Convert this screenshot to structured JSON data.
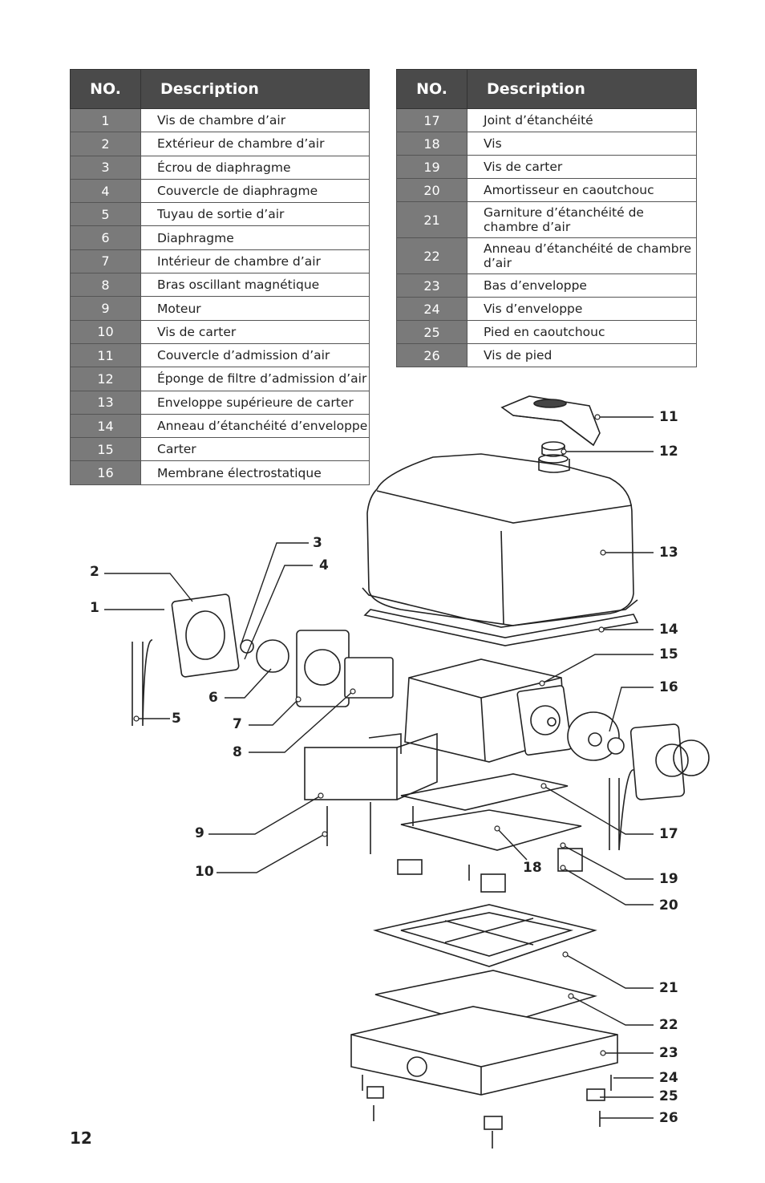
{
  "table_left": {
    "headers": {
      "no": "NO.",
      "desc": "Description"
    },
    "rows": [
      {
        "no": "1",
        "desc": "Vis de chambre d’air"
      },
      {
        "no": "2",
        "desc": "Extérieur de chambre d’air"
      },
      {
        "no": "3",
        "desc": "Écrou de diaphragme"
      },
      {
        "no": "4",
        "desc": "Couvercle de diaphragme"
      },
      {
        "no": "5",
        "desc": "Tuyau de sortie d’air"
      },
      {
        "no": "6",
        "desc": "Diaphragme"
      },
      {
        "no": "7",
        "desc": "Intérieur de chambre d’air"
      },
      {
        "no": "8",
        "desc": "Bras oscillant magnétique"
      },
      {
        "no": "9",
        "desc": "Moteur"
      },
      {
        "no": "10",
        "desc": "Vis de carter"
      },
      {
        "no": "11",
        "desc": "Couvercle d’admission d’air"
      },
      {
        "no": "12",
        "desc": "Éponge de filtre d’admission d’air"
      },
      {
        "no": "13",
        "desc": "Enveloppe supérieure de carter"
      },
      {
        "no": "14",
        "desc": "Anneau d’étanchéité d’enveloppe"
      },
      {
        "no": "15",
        "desc": "Carter"
      },
      {
        "no": "16",
        "desc": "Membrane électrostatique"
      }
    ]
  },
  "table_right": {
    "headers": {
      "no": "NO.",
      "desc": "Description"
    },
    "rows": [
      {
        "no": "17",
        "desc": "Joint d’étanchéité"
      },
      {
        "no": "18",
        "desc": "Vis"
      },
      {
        "no": "19",
        "desc": "Vis de carter"
      },
      {
        "no": "20",
        "desc": "Amortisseur en caoutchouc"
      },
      {
        "no": "21",
        "desc": "Garniture d’étanchéité de chambre d’air"
      },
      {
        "no": "22",
        "desc": "Anneau d’étanchéité de chambre d’air"
      },
      {
        "no": "23",
        "desc": "Bas d’enveloppe"
      },
      {
        "no": "24",
        "desc": "Vis d’enveloppe"
      },
      {
        "no": "25",
        "desc": "Pied en caoutchouc"
      },
      {
        "no": "26",
        "desc": "Vis de pied"
      }
    ]
  },
  "callouts": {
    "n1": "1",
    "n2": "2",
    "n3": "3",
    "n4": "4",
    "n5": "5",
    "n6": "6",
    "n7": "7",
    "n8": "8",
    "n9": "9",
    "n10": "10",
    "n11": "11",
    "n12": "12",
    "n13": "13",
    "n14": "14",
    "n15": "15",
    "n16": "16",
    "n17": "17",
    "n18": "18",
    "n19": "19",
    "n20": "20",
    "n21": "21",
    "n22": "22",
    "n23": "23",
    "n24": "24",
    "n25": "25",
    "n26": "26"
  },
  "page_number": "12"
}
